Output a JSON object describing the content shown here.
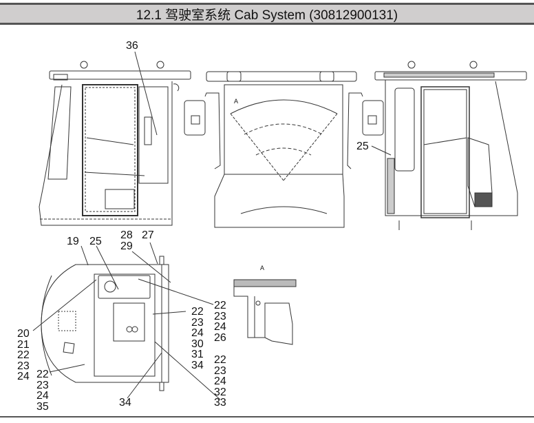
{
  "header": {
    "title": "12.1 驾驶室系统  Cab System (30812900131)"
  },
  "views": {
    "side_left": {
      "name": "left-side-view"
    },
    "front": {
      "name": "front-view",
      "section_mark": "A"
    },
    "side_right": {
      "name": "right-side-view"
    },
    "floor": {
      "name": "floor-plan-view"
    },
    "detail": {
      "name": "detail-a-view",
      "label": "A"
    }
  },
  "callouts": {
    "c36": "36",
    "c25_right": "25",
    "c19": "19",
    "c25_floor": "25",
    "c28_29": [
      "28",
      "29"
    ],
    "c27": "27",
    "c22_23_24_26": [
      "22",
      "23",
      "24",
      "26"
    ],
    "c22_23_24_30_31_34": [
      "22",
      "23",
      "24",
      "30",
      "31",
      "34"
    ],
    "c22_23_24_32_33": [
      "22",
      "23",
      "24",
      "32",
      "33"
    ],
    "c20_21_22_23_24": [
      "20",
      "21",
      "22",
      "23",
      "24"
    ],
    "c22_23_24_35": [
      "22",
      "23",
      "24",
      "35"
    ],
    "c34_bottom": "34"
  }
}
